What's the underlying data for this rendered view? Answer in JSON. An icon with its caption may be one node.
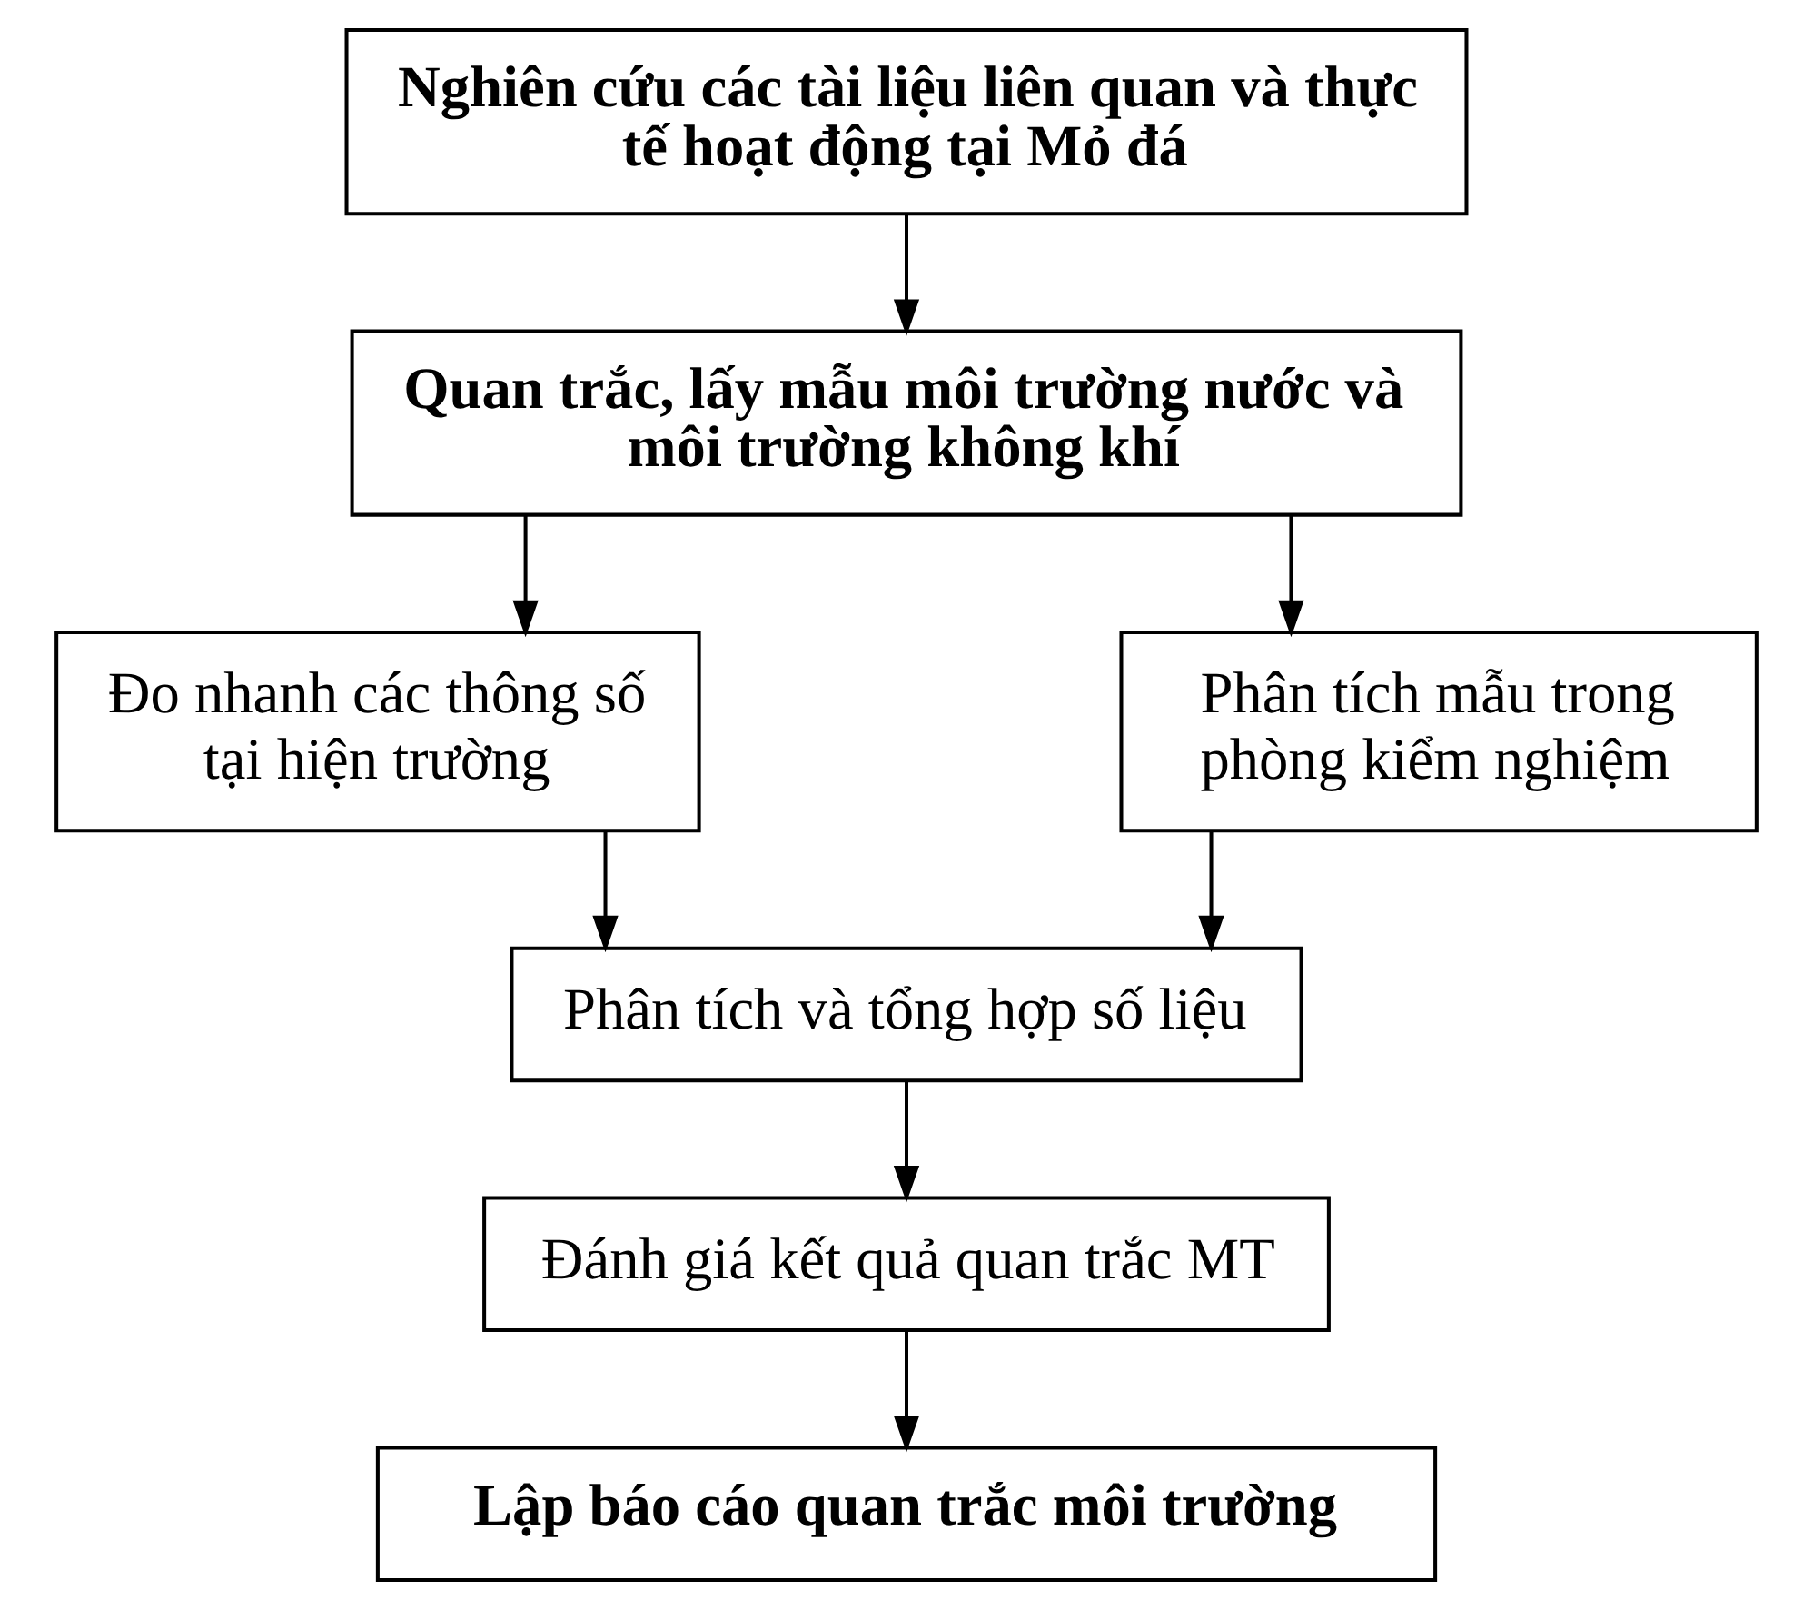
{
  "diagram": {
    "nodes": [
      {
        "text": [
          "Nghiên cứu các tài liệu liên quan và thực tế hoạt động tại Mỏ đá"
        ]
      },
      {
        "text": [
          "Quan trắc, lấy mẫu môi trường nước và môi trường không khí"
        ]
      },
      {
        "text": [
          "Đo nhanh các thông số tại hiện trường"
        ]
      },
      {
        "text": [
          "Phân tích mẫu trong phòng kiểm nghiệm"
        ]
      },
      {
        "text": [
          "Phân tích và tổng hợp số liệu"
        ]
      },
      {
        "text": [
          "Đánh giá kết quả quan trắc MT"
        ]
      },
      {
        "text": [
          "Lập báo cáo quan trắc môi trường"
        ]
      }
    ],
    "edges": [
      {
        "from": 0,
        "to": 1,
        "arrow": "to"
      },
      {
        "from": 1,
        "to": 2,
        "arrow": "to"
      },
      {
        "from": 1,
        "to": 3,
        "arrow": "to"
      },
      {
        "from": 2,
        "to": 4,
        "arrow": "to"
      },
      {
        "from": 3,
        "to": 4,
        "arrow": "to"
      },
      {
        "from": 4,
        "to": 5,
        "arrow": "to"
      },
      {
        "from": 5,
        "to": 6,
        "arrow": "to"
      }
    ]
  }
}
